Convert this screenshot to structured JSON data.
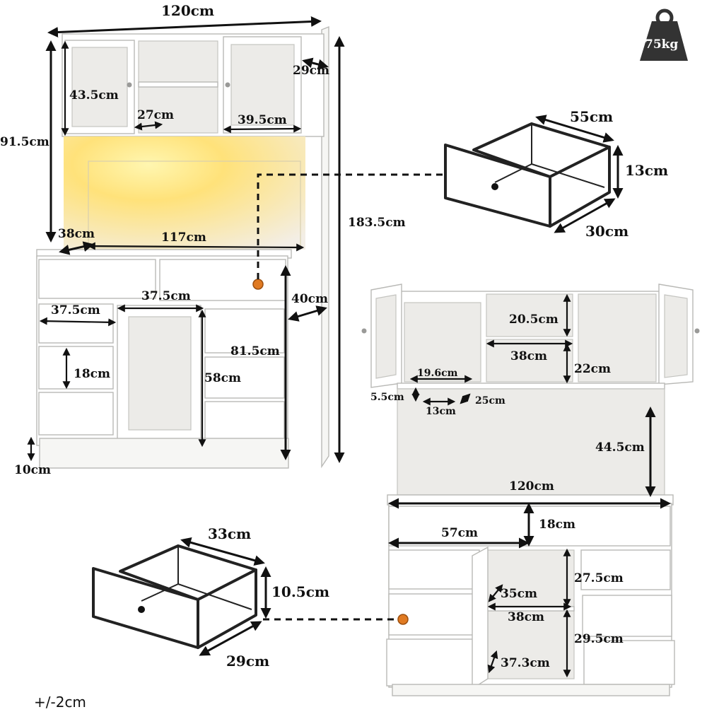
{
  "weight": {
    "label": "75kg",
    "icon": "weight-icon"
  },
  "tolerance": "+/-2cm",
  "front_view": {
    "width_total": "120cm",
    "depth_top": "29cm",
    "hutch_height": "91.5cm",
    "door_height": "43.5cm",
    "shelf_width": "27cm",
    "door_width": "39.5cm",
    "total_height": "183.5cm",
    "counter_depth": "38cm",
    "counter_width": "117cm",
    "base_depth": "40cm",
    "center_door_width": "37.5cm",
    "drawer_width": "37.5cm",
    "base_height": "81.5cm",
    "drawer_height": "18cm",
    "door_height_low": "58cm",
    "leg_height": "10cm"
  },
  "top_drawer": {
    "width": "55cm",
    "height": "13cm",
    "depth": "30cm"
  },
  "bottom_drawer": {
    "width": "33cm",
    "height": "10.5cm",
    "depth": "29cm"
  },
  "open_view": {
    "upper_cubby_height": "20.5cm",
    "middle_width": "38cm",
    "lower_cubby_height": "22cm",
    "rack_span": "19.6cm",
    "rack_gap": "5.5cm",
    "rack_slot": "13cm",
    "rack_depth": "25cm",
    "counter_clearance": "44.5cm",
    "width": "120cm",
    "drawer_height": "18cm",
    "drawer_width": "57cm",
    "cabinet_depth": "35cm",
    "inner_width": "38cm",
    "drawer_height_2": "27.5cm",
    "drawer_height_3": "29.5cm",
    "inner_height": "37.3cm"
  },
  "colors": {
    "accent_dot": "#e07a22",
    "led_glow": "#ffd84a"
  }
}
